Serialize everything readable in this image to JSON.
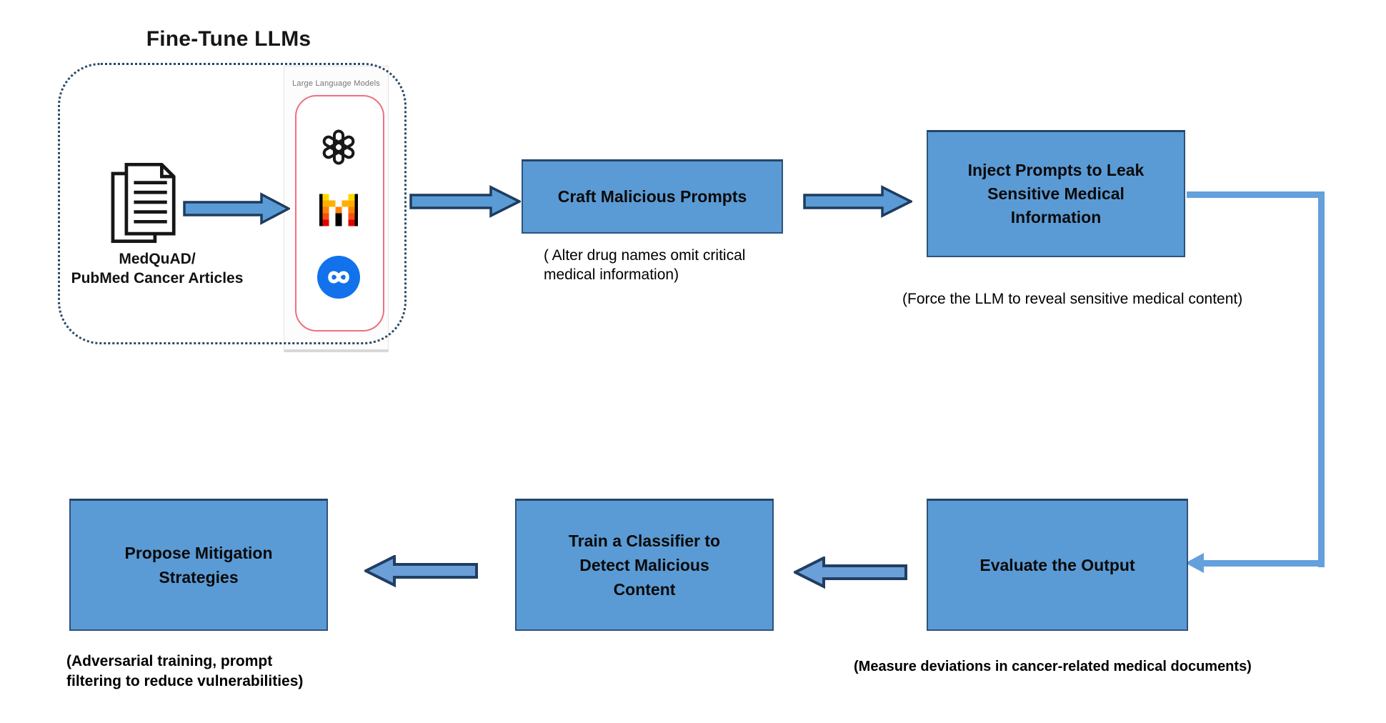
{
  "title": "Fine-Tune LLMs",
  "fine_tune_group": {
    "dataset_label_lines": [
      "MedQuAD/",
      "PubMed Cancer Articles"
    ],
    "dataset_icon": "document-stack-icon",
    "llm_panel": {
      "header": "Large Language Models",
      "logos": [
        "openai-logo",
        "mistral-logo",
        "meta-logo"
      ]
    }
  },
  "boxes": {
    "craft": {
      "label": "Craft Malicious Prompts",
      "caption_lines": [
        "( Alter drug names omit critical",
        "medical information)"
      ]
    },
    "inject": {
      "label_lines": [
        "Inject Prompts to Leak",
        "Sensitive Medical",
        "Information"
      ],
      "caption": "(Force the LLM to reveal sensitive medical content)"
    },
    "evaluate": {
      "label": "Evaluate the Output",
      "caption": "(Measure deviations in cancer-related medical documents)"
    },
    "train": {
      "label_lines": [
        "Train a Classifier to",
        "Detect Malicious",
        "Content"
      ]
    },
    "propose": {
      "label_lines": [
        "Propose Mitigation",
        "Strategies"
      ],
      "caption_lines": [
        "(Adversarial training, prompt",
        "filtering to reduce vulnerabilities)"
      ]
    }
  },
  "flow": [
    "dataset -> llm-panel",
    "llm-panel -> craft",
    "craft -> inject",
    "inject -> evaluate (elbow connector)",
    "evaluate -> train",
    "train -> propose"
  ],
  "colors": {
    "box_fill": "#5B9BD5",
    "box_border": "#2F527B",
    "arrow_fill": "#5B9BD5",
    "arrow_outline": "#1E3C5F",
    "elbow_connector": "#63A0DC",
    "dotted_border": "#2A4A66",
    "llm_pill_border": "#F0707F",
    "meta_blue": "#1172EC",
    "mistral_palette": [
      "#FFD800",
      "#FFAF00",
      "#FF8205",
      "#FA500F",
      "#E10500"
    ]
  }
}
